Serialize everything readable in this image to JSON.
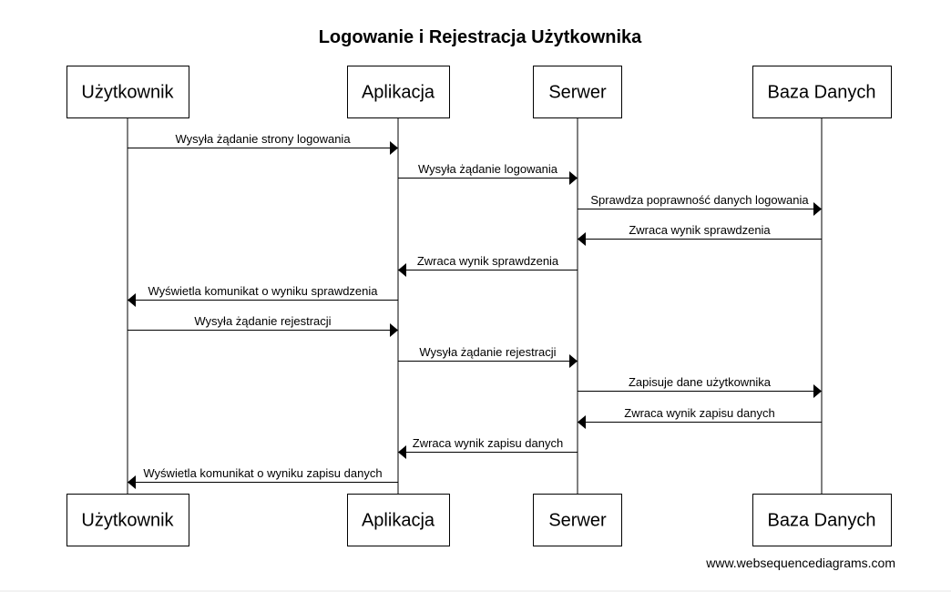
{
  "diagram": {
    "title": "Logowanie i Rejestracja Użytkownika",
    "actors": [
      {
        "id": "user",
        "label": "Użytkownik"
      },
      {
        "id": "app",
        "label": "Aplikacja"
      },
      {
        "id": "server",
        "label": "Serwer"
      },
      {
        "id": "db",
        "label": "Baza Danych"
      }
    ],
    "messages": [
      {
        "from": "user",
        "to": "app",
        "label": "Wysyła żądanie strony logowania"
      },
      {
        "from": "app",
        "to": "server",
        "label": "Wysyła żądanie logowania"
      },
      {
        "from": "server",
        "to": "db",
        "label": "Sprawdza poprawność danych logowania"
      },
      {
        "from": "db",
        "to": "server",
        "label": "Zwraca wynik sprawdzenia"
      },
      {
        "from": "server",
        "to": "app",
        "label": "Zwraca wynik sprawdzenia"
      },
      {
        "from": "app",
        "to": "user",
        "label": "Wyświetla komunikat o wyniku sprawdzenia"
      },
      {
        "from": "user",
        "to": "app",
        "label": "Wysyła żądanie rejestracji"
      },
      {
        "from": "app",
        "to": "server",
        "label": "Wysyła żądanie rejestracji"
      },
      {
        "from": "server",
        "to": "db",
        "label": "Zapisuje dane użytkownika"
      },
      {
        "from": "db",
        "to": "server",
        "label": "Zwraca wynik zapisu danych"
      },
      {
        "from": "server",
        "to": "app",
        "label": "Zwraca wynik zapisu danych"
      },
      {
        "from": "app",
        "to": "user",
        "label": "Wyświetla komunikat o wyniku zapisu danych"
      }
    ],
    "footer": "www.websequencediagrams.com"
  }
}
